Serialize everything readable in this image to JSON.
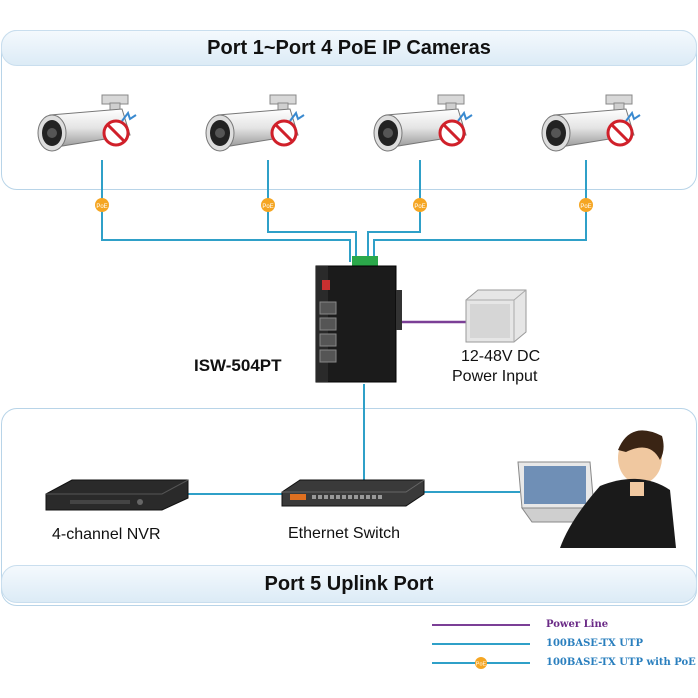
{
  "header_top": "Port 1~Port 4 PoE IP Cameras",
  "header_bottom": "Port 5 Uplink Port",
  "device_label": "ISW-504PT",
  "power_label_line1": "12-48V DC",
  "power_label_line2": "Power Input",
  "nvr_label": "4-channel NVR",
  "switch_label": "Ethernet Switch",
  "poe_badge": "PoE",
  "legend": [
    {
      "label": "Power Line",
      "color": "#7b3f96"
    },
    {
      "label": "100BASE-TX UTP",
      "color": "#2fa0c8"
    },
    {
      "label": "100BASE-TX UTP with PoE",
      "color": "#2fa0c8"
    }
  ],
  "colors": {
    "utp": "#2fa0c8",
    "power": "#7b3f96",
    "poe_badge": "#f5a623"
  }
}
